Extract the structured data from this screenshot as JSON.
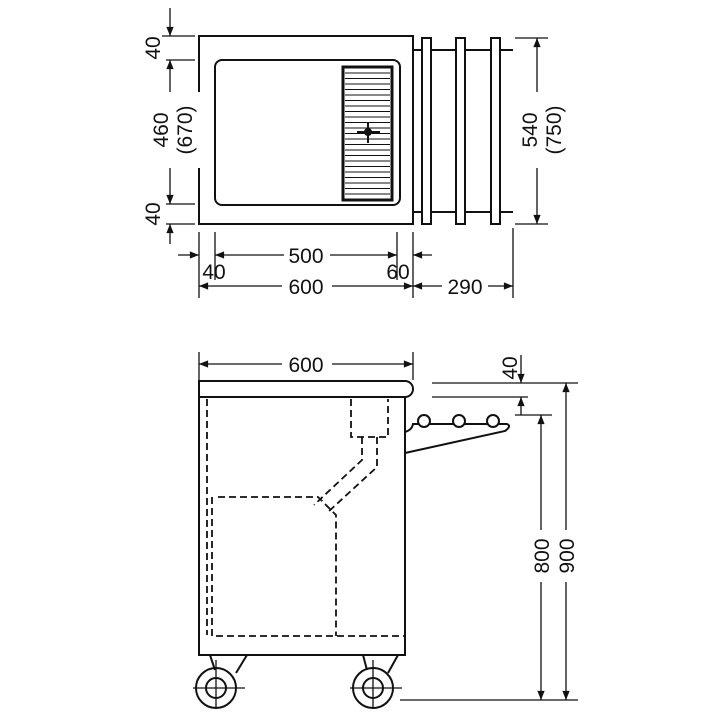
{
  "top_view": {
    "dims_left": {
      "top": "40",
      "middle": "460",
      "middle_alt": "(670)",
      "bottom": "40"
    },
    "dims_right": {
      "value": "540",
      "value_alt": "(750)"
    },
    "dims_bottom": {
      "inner": "500",
      "left_margin": "40",
      "right_margin": "60",
      "overall": "600",
      "shelf": "290"
    }
  },
  "side_view": {
    "width": "600",
    "top_thickness": "40",
    "shelf_height": "800",
    "overall_height": "900"
  }
}
